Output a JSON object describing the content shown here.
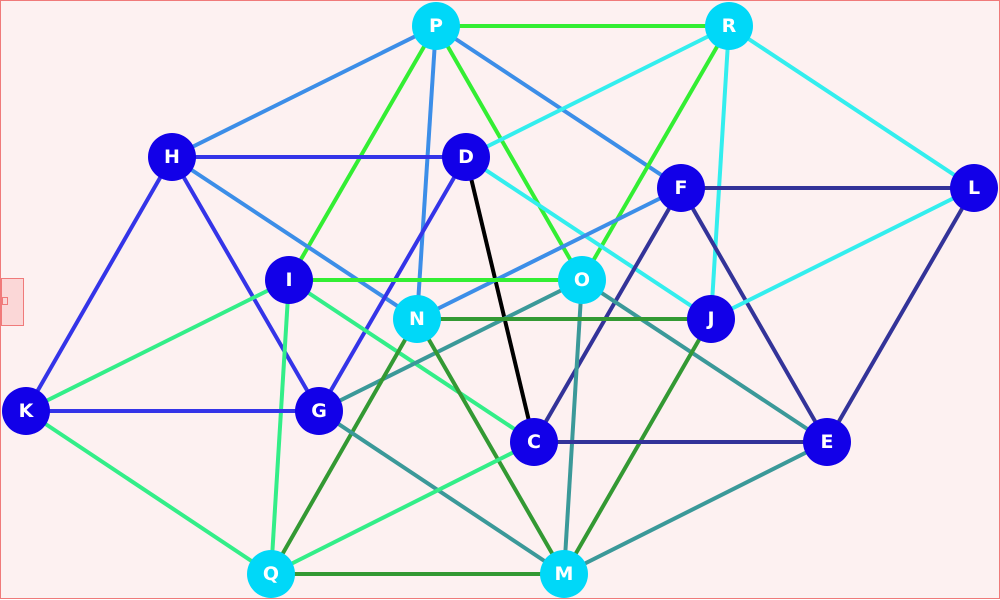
{
  "nodes": [
    {
      "id": "P",
      "label": "P",
      "color": "#00d8f8"
    },
    {
      "id": "R",
      "label": "R",
      "color": "#00d8f8"
    },
    {
      "id": "H",
      "label": "H",
      "color": "#1200e8"
    },
    {
      "id": "D",
      "label": "D",
      "color": "#1200e8"
    },
    {
      "id": "F",
      "label": "F",
      "color": "#1200e8"
    },
    {
      "id": "L",
      "label": "L",
      "color": "#1200e8"
    },
    {
      "id": "I",
      "label": "I",
      "color": "#1200e8"
    },
    {
      "id": "O",
      "label": "O",
      "color": "#00d8f8"
    },
    {
      "id": "N",
      "label": "N",
      "color": "#00d8f8"
    },
    {
      "id": "J",
      "label": "J",
      "color": "#1200e8"
    },
    {
      "id": "K",
      "label": "K",
      "color": "#1200e8"
    },
    {
      "id": "G",
      "label": "G",
      "color": "#1200e8"
    },
    {
      "id": "C",
      "label": "C",
      "color": "#1200e8"
    },
    {
      "id": "E",
      "label": "E",
      "color": "#1200e8"
    },
    {
      "id": "Q",
      "label": "Q",
      "color": "#00d8f8"
    },
    {
      "id": "M",
      "label": "M",
      "color": "#00d8f8"
    }
  ],
  "edges": [
    {
      "from": "P",
      "to": "R",
      "color": "#33ee33"
    },
    {
      "from": "P",
      "to": "H",
      "color": "#3c8ee8"
    },
    {
      "from": "P",
      "to": "I",
      "color": "#33ee33"
    },
    {
      "from": "P",
      "to": "N",
      "color": "#3c8ee8"
    },
    {
      "from": "P",
      "to": "O",
      "color": "#33ee33"
    },
    {
      "from": "P",
      "to": "F",
      "color": "#3c8ee8"
    },
    {
      "from": "R",
      "to": "D",
      "color": "#33eeee"
    },
    {
      "from": "R",
      "to": "O",
      "color": "#33ee33"
    },
    {
      "from": "R",
      "to": "J",
      "color": "#33eeee"
    },
    {
      "from": "R",
      "to": "L",
      "color": "#33eeee"
    },
    {
      "from": "H",
      "to": "D",
      "color": "#3434e8"
    },
    {
      "from": "H",
      "to": "N",
      "color": "#3c8ee8"
    },
    {
      "from": "H",
      "to": "G",
      "color": "#3434e8"
    },
    {
      "from": "H",
      "to": "K",
      "color": "#3434e8"
    },
    {
      "from": "D",
      "to": "G",
      "color": "#3434e8"
    },
    {
      "from": "D",
      "to": "C",
      "color": "#000000"
    },
    {
      "from": "D",
      "to": "J",
      "color": "#33eeee"
    },
    {
      "from": "F",
      "to": "L",
      "color": "#333399"
    },
    {
      "from": "F",
      "to": "N",
      "color": "#3c8ee8"
    },
    {
      "from": "F",
      "to": "C",
      "color": "#333399"
    },
    {
      "from": "F",
      "to": "E",
      "color": "#333399"
    },
    {
      "from": "L",
      "to": "J",
      "color": "#33eeee"
    },
    {
      "from": "L",
      "to": "E",
      "color": "#333399"
    },
    {
      "from": "I",
      "to": "O",
      "color": "#33ee33"
    },
    {
      "from": "I",
      "to": "K",
      "color": "#33ee88"
    },
    {
      "from": "I",
      "to": "C",
      "color": "#33ee88"
    },
    {
      "from": "I",
      "to": "Q",
      "color": "#33ee88"
    },
    {
      "from": "O",
      "to": "G",
      "color": "#3b9999"
    },
    {
      "from": "O",
      "to": "E",
      "color": "#3b9999"
    },
    {
      "from": "O",
      "to": "M",
      "color": "#3b9999"
    },
    {
      "from": "N",
      "to": "J",
      "color": "#339933"
    },
    {
      "from": "N",
      "to": "Q",
      "color": "#339933"
    },
    {
      "from": "N",
      "to": "M",
      "color": "#339933"
    },
    {
      "from": "J",
      "to": "M",
      "color": "#339933"
    },
    {
      "from": "K",
      "to": "G",
      "color": "#3434e8"
    },
    {
      "from": "K",
      "to": "Q",
      "color": "#33ee88"
    },
    {
      "from": "G",
      "to": "M",
      "color": "#3b9999"
    },
    {
      "from": "C",
      "to": "E",
      "color": "#333399"
    },
    {
      "from": "C",
      "to": "Q",
      "color": "#33ee88"
    },
    {
      "from": "E",
      "to": "M",
      "color": "#3b9999"
    },
    {
      "from": "Q",
      "to": "M",
      "color": "#339933"
    }
  ]
}
